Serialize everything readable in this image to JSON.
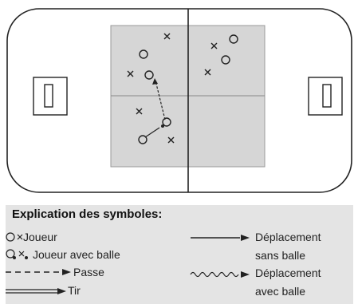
{
  "legend": {
    "title": "Explication des symboles:",
    "items": {
      "joueur": "Joueur",
      "joueur_balle": "Joueur avec balle",
      "passe": "Passe",
      "tir": "Tir",
      "deplacement_sans_1": "Déplacement",
      "deplacement_sans_2": "sans balle",
      "deplacement_avec_1": "Déplacement",
      "deplacement_avec_2": "avec balle"
    }
  },
  "colors": {
    "zone_fill": "#d6d6d6",
    "legend_bg": "#e4e4e4",
    "line": "#222222"
  }
}
